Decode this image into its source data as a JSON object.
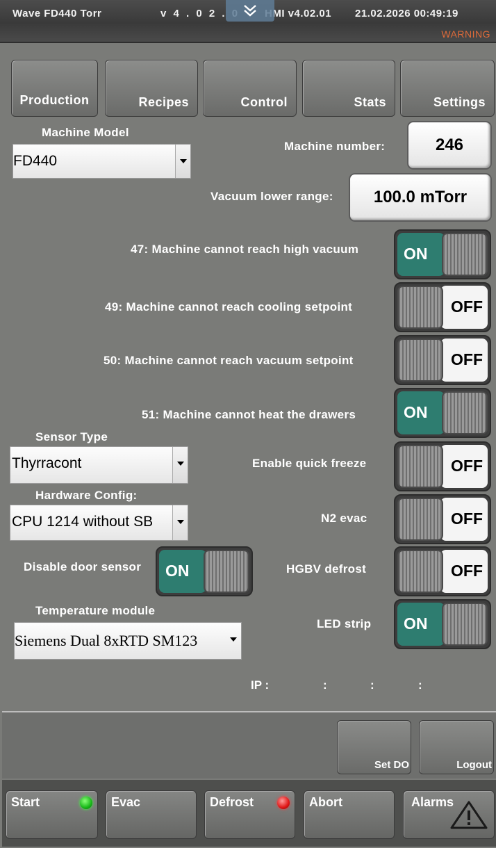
{
  "header": {
    "title": "Wave FD440 Torr",
    "version": "v 4 .   0 2 .   0",
    "hmi_version": "HMI v4.02.01",
    "datetime": "21.02.2026 00:49:19",
    "warning": "WARNING",
    "scroll_icon": "double-chevron-down-icon"
  },
  "tabs": [
    {
      "label": "Production"
    },
    {
      "label": "Recipes"
    },
    {
      "label": "Control"
    },
    {
      "label": "Stats"
    },
    {
      "label": "Settings"
    }
  ],
  "settings": {
    "machine_model": {
      "label": "Machine Model",
      "value": "FD440"
    },
    "machine_number": {
      "label": "Machine number:",
      "value": "246"
    },
    "vacuum_lower_range": {
      "label": "Vacuum lower range:",
      "value": "100.0 mTorr"
    },
    "alarms": [
      {
        "label": "47: Machine cannot reach high vacuum",
        "state": "ON"
      },
      {
        "label": "49: Machine cannot reach cooling setpoint",
        "state": "OFF"
      },
      {
        "label": "50: Machine cannot reach vacuum setpoint",
        "state": "OFF"
      },
      {
        "label": "51: Machine cannot heat the drawers",
        "state": "ON"
      }
    ],
    "sensor_type": {
      "label": "Sensor Type",
      "value": "Thyrracont"
    },
    "hardware_config": {
      "label": "Hardware Config:",
      "value": "CPU 1214 without SB"
    },
    "disable_door_sensor": {
      "label": "Disable door sensor",
      "state": "ON"
    },
    "temperature_module": {
      "label": "Temperature module",
      "value": "Siemens Dual 8xRTD SM123"
    },
    "options": [
      {
        "label": "Enable quick freeze",
        "state": "OFF"
      },
      {
        "label": "N2 evac",
        "state": "OFF"
      },
      {
        "label": "HGBV defrost",
        "state": "OFF"
      },
      {
        "label": "LED strip",
        "state": "ON"
      }
    ],
    "ip": {
      "label": "IP :",
      "separator": ":"
    }
  },
  "actions": {
    "set_do": "Set DO",
    "logout": "Logout"
  },
  "footer": {
    "start": "Start",
    "evac": "Evac",
    "defrost": "Defrost",
    "abort": "Abort",
    "alarms": "Alarms"
  },
  "colors": {
    "on": "#2e7d70",
    "warning": "#e06b3a",
    "led_green": "#18b818",
    "led_red": "#e01515"
  }
}
